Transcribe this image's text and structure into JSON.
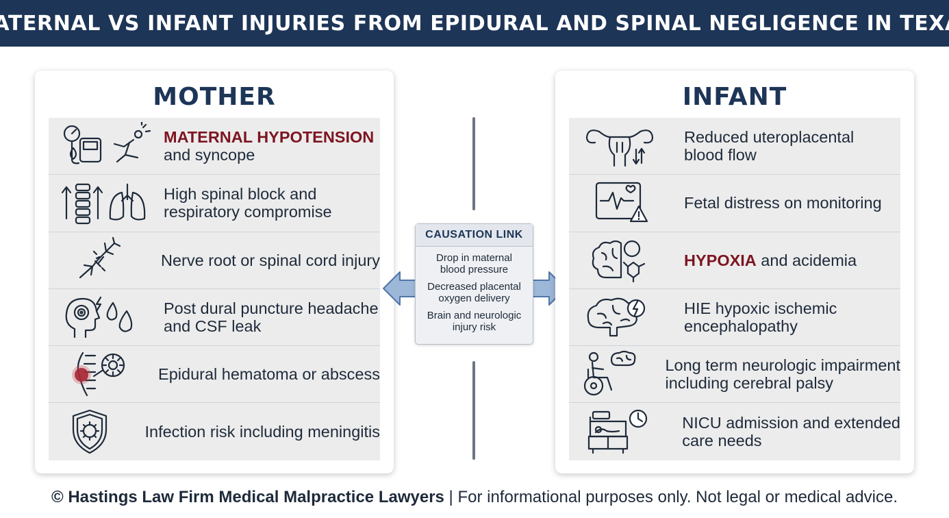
{
  "header": {
    "title": "MATERNAL VS INFANT INJURIES FROM EPIDURAL AND SPINAL NEGLIGENCE IN TEXAS"
  },
  "colors": {
    "header_bg": "#1d3557",
    "highlight": "#7d1522",
    "row_bg": "#ececec",
    "arrow": "#6f93bf"
  },
  "mother": {
    "title": "MOTHER",
    "rows": [
      {
        "icon": "blood-pressure-fainting-icon",
        "highlight": "MATERNAL HYPOTENSION",
        "line1": "",
        "line2": "and syncope"
      },
      {
        "icon": "spine-lungs-icon",
        "highlight": "",
        "line1": "High spinal block and",
        "line2": "respiratory compromise"
      },
      {
        "icon": "damaged-nerve-icon",
        "highlight": "",
        "line1": "Nerve root or spinal cord injury",
        "line2": ""
      },
      {
        "icon": "headache-csf-drop-icon",
        "highlight": "",
        "line1": "Post dural puncture headache",
        "line2": "and CSF leak"
      },
      {
        "icon": "spine-hematoma-icon",
        "highlight": "",
        "line1": "Epidural hematoma or abscess",
        "line2": ""
      },
      {
        "icon": "infection-shield-icon",
        "highlight": "",
        "line1": "Infection risk including meningitis",
        "line2": ""
      }
    ]
  },
  "infant": {
    "title": "INFANT",
    "rows": [
      {
        "icon": "uterus-flow-icon",
        "highlight": "",
        "line1": "Reduced uteroplacental",
        "line2": "blood flow"
      },
      {
        "icon": "fetal-monitor-warning-icon",
        "highlight": "",
        "line1": "Fetal distress on monitoring",
        "line2": ""
      },
      {
        "icon": "brain-oxygen-icon",
        "highlight": "HYPOXIA",
        "line1": " and acidemia",
        "line2": ""
      },
      {
        "icon": "brain-lightning-icon",
        "highlight": "",
        "line1": "HIE hypoxic ischemic",
        "line2": "encephalopathy"
      },
      {
        "icon": "wheelchair-brain-icon",
        "highlight": "",
        "line1": "Long term neurologic impairment",
        "line2": "including cerebral palsy"
      },
      {
        "icon": "nicu-incubator-clock-icon",
        "highlight": "",
        "line1": "NICU admission and extended",
        "line2": "care needs"
      }
    ]
  },
  "causation": {
    "title": "CAUSATION LINK",
    "steps": [
      {
        "line1": "Drop in maternal",
        "line2": "blood pressure"
      },
      {
        "line1": "Decreased placental",
        "line2": "oxygen delivery"
      },
      {
        "line1": "Brain and neurologic",
        "line2": "injury risk"
      }
    ]
  },
  "footer": {
    "bold": "© Hastings Law Firm Medical Malpractice Lawyers",
    "rest": " | For informational purposes only. Not legal or medical advice."
  }
}
